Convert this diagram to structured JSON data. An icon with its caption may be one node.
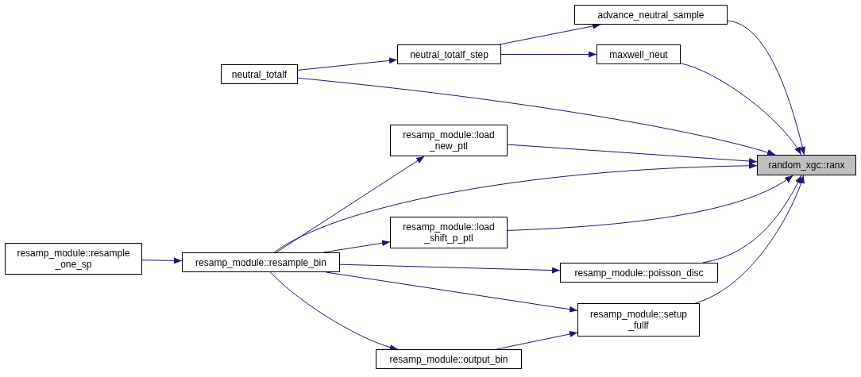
{
  "diagram": {
    "nodes": [
      {
        "text": [
          "random_xgc::ranx"
        ]
      },
      {
        "text": [
          "advance_neutral_sample"
        ]
      },
      {
        "text": [
          "neutral_totalf_step"
        ]
      },
      {
        "text": [
          "maxwell_neut"
        ]
      },
      {
        "text": [
          "neutral_totalf"
        ]
      },
      {
        "text": [
          "resamp_module::load _new_ptl"
        ]
      },
      {
        "text": [
          "resamp_module::load _shift_p_ptl"
        ]
      },
      {
        "text": [
          "resamp_module::resample _one_sp"
        ]
      },
      {
        "text": [
          "resamp_module::resample_bin"
        ]
      },
      {
        "text": [
          "resamp_module::poisson_disc"
        ]
      },
      {
        "text": [
          "resamp_module::setup _fullf"
        ]
      },
      {
        "text": [
          "resamp_module::output_bin"
        ]
      }
    ],
    "edges": [
      {
        "from": 1,
        "to": 0,
        "arrow": "to"
      },
      {
        "from": 2,
        "to": 1,
        "arrow": "to"
      },
      {
        "from": 2,
        "to": 3,
        "arrow": "to"
      },
      {
        "from": 4,
        "to": 2,
        "arrow": "to"
      },
      {
        "from": 3,
        "to": 0,
        "arrow": "to"
      },
      {
        "from": 4,
        "to": 0,
        "arrow": "to"
      },
      {
        "from": 5,
        "to": 0,
        "arrow": "to"
      },
      {
        "from": 8,
        "to": 5,
        "arrow": "to"
      },
      {
        "from": 8,
        "to": 0,
        "arrow": "to"
      },
      {
        "from": 6,
        "to": 0,
        "arrow": "to"
      },
      {
        "from": 8,
        "to": 6,
        "arrow": "to"
      },
      {
        "from": 7,
        "to": 8,
        "arrow": "to"
      },
      {
        "from": 8,
        "to": 9,
        "arrow": "to"
      },
      {
        "from": 9,
        "to": 0,
        "arrow": "to"
      },
      {
        "from": 8,
        "to": 10,
        "arrow": "to"
      },
      {
        "from": 8,
        "to": 11,
        "arrow": "to"
      },
      {
        "from": 11,
        "to": 10,
        "arrow": "to"
      },
      {
        "from": 10,
        "to": 0,
        "arrow": "to"
      }
    ]
  }
}
